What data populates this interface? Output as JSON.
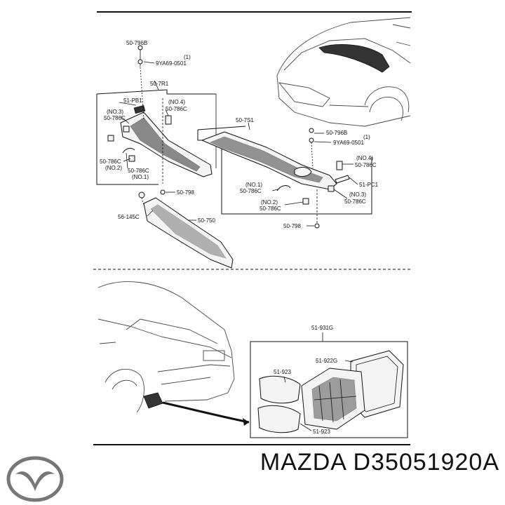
{
  "top": {
    "left_labels": {
      "p50_796b": "50-796B",
      "p9ya_qty": "(1)",
      "p9ya": "9YA69-0501",
      "p50_7r1": "50-7R1",
      "p51_pb1": "51-PB1",
      "no4": "(NO.4)",
      "p50_786c_a": "50-786C",
      "no3": "(NO.3)",
      "p50_786c_b": "50-786C",
      "p50_786c_c": "50-786C",
      "no2": "(NO.2)",
      "p50_786c_d": "50-786C",
      "no1": "(NO.1)",
      "p50_798": "50-798",
      "p56_145c": "56-145C",
      "p50_750": "50-750"
    },
    "right_labels": {
      "p50_7s1": "50-7S1",
      "p50_796b": "50-796B",
      "p9ya_qty": "(1)",
      "p9ya": "9YA69-0501",
      "no4": "(NO.4)",
      "p50_786c_a": "50-786C",
      "p51_pc1": "51-PC1",
      "no3": "(NO.3)",
      "p50_786c_b": "50-786C",
      "no1": "(NO.1)",
      "p50_786c_c": "50-786C",
      "no2": "(NO.2)",
      "p50_786c_d": "50-786C",
      "p50_798": "50-798"
    }
  },
  "bottom": {
    "labels": {
      "p51_931g": "51-931G",
      "p51_922g": "51-922G",
      "p51_923_a": "51-923",
      "p51_923_b": "51-923"
    }
  },
  "footer": {
    "part_number": "MAZDA D35051920A",
    "logo_icon": "mazda-logo-icon"
  }
}
